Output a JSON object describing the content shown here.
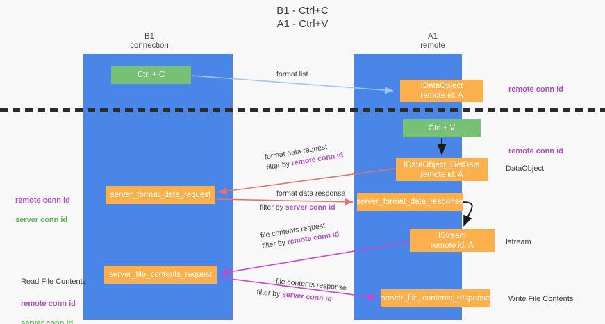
{
  "title": "B1 - Ctrl+C\nA1 - Ctrl+V",
  "columns": {
    "left": "B1\nconnection",
    "right": "A1\nremote"
  },
  "nodes": {
    "ctrl_c": "Ctrl + C",
    "idataobject": "IDataObject\nremote id: A",
    "ctrl_v": "Ctrl + V",
    "getdata": "IDataObject::GetData\nremote id: A",
    "server_format_data_request": "server_format_data_request",
    "server_format_data_response": "server_format_data_response",
    "istream": "IStream\nremote id: A",
    "server_file_contents_request": "server_file_contents_request",
    "server_file_contents_response": "server_file_contents_response"
  },
  "edges": {
    "format_list": "format list",
    "format_data_request": "format data request",
    "format_data_response": "format data response",
    "file_contents_request": "file contents request",
    "file_contents_response": "file contents response",
    "filter_by": "filter by ",
    "remote_conn_id": "remote conn id",
    "server_conn_id": "server conn id"
  },
  "annotations": {
    "remote_conn_id_top": "remote conn id",
    "remote_conn_id_mid": "remote conn id",
    "dataobject": "DataObject",
    "istream": "Istream",
    "write_file_contents": "Write File Contents",
    "read_file_contents": "Read File Contents",
    "remote_conn_id_left_mid": "remote conn id",
    "server_conn_id_left_mid": "server conn id",
    "remote_conn_id_left_bot": "remote conn id",
    "server_conn_id_left_bot": "server conn id"
  },
  "colors": {
    "lane": "#4a86e8",
    "green_box": "#76c176",
    "orange_box": "#fbb04b",
    "purple_text": "#b44bc8",
    "green_text": "#56b356",
    "arrow_blue": "#9fc5f8",
    "arrow_red": "#e8726a",
    "arrow_magenta": "#cc44cc",
    "arrow_black": "#1a1a1a",
    "divider": "#2b2b2b",
    "background": "#f8f8f8"
  }
}
